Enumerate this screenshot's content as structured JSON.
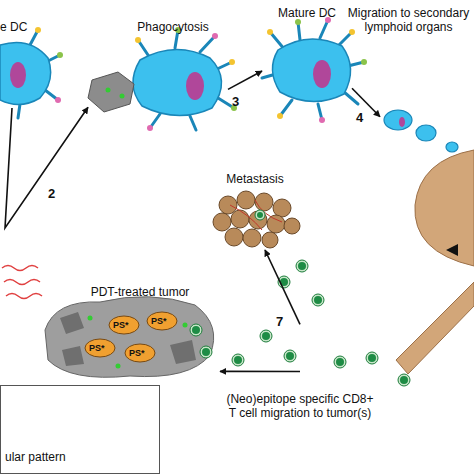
{
  "diagram": {
    "nodes": [
      {
        "text": [
          "e DC"
        ]
      },
      {
        "text": [
          "Phagocytosis"
        ]
      },
      {
        "text": [
          "Mature DC"
        ]
      },
      {
        "text": [
          "Migration to secondary lymphoid organs"
        ]
      },
      {
        "text": [
          "Metastasis"
        ]
      },
      {
        "text": [
          "PDT-treated tumor"
        ]
      },
      {
        "text": [
          "(Neo)epitope specific CD8+ T cell migration to tumor(s)"
        ]
      },
      {
        "text": [
          "ular pattern"
        ]
      }
    ],
    "edges": [
      {
        "from": 0,
        "to": 1,
        "label": "2",
        "arrow": "to"
      },
      {
        "from": 1,
        "to": 2,
        "label": "3",
        "arrow": "to"
      },
      {
        "from": 2,
        "to": 3,
        "label": "4",
        "arrow": "to"
      },
      {
        "from": 6,
        "to": 4,
        "label": "7",
        "arrow": "to"
      },
      {
        "from": 6,
        "to": 5,
        "arrow": "to"
      }
    ],
    "labels": [
      "PS*",
      "PS*",
      "PS*",
      "PS*"
    ]
  }
}
